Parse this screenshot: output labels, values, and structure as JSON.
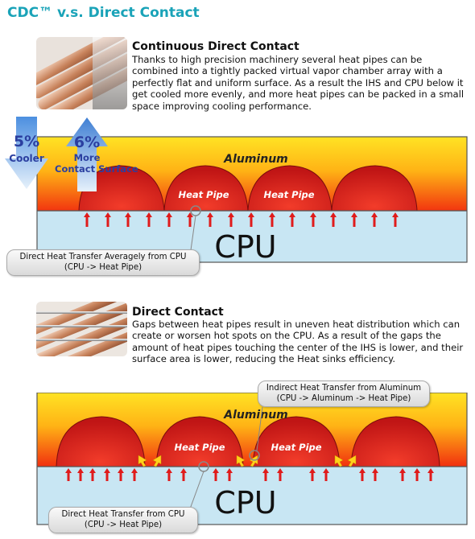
{
  "title": "CDC™ v.s. Direct Contact",
  "section1": {
    "heading": "Continuous Direct Contact",
    "body": "Thanks to high precision machinery several heat pipes can be combined into a tightly packed virtual vapor chamber array with a perfectly flat and uniform surface. As a result the IHS and CPU below it get cooled more evenly, and more heat pipes can be packed in a small space improving cooling performance.",
    "badge_cooler_value": "5%",
    "badge_cooler_label": "Cooler",
    "badge_surface_value": "6%",
    "badge_surface_label1": "More",
    "badge_surface_label2": "Contact Surface",
    "aluminum": "Aluminum",
    "heat_pipe_1": "Heat Pipe",
    "heat_pipe_2": "Heat Pipe",
    "cpu": "CPU",
    "callout_line1": "Direct Heat Transfer Averagely from CPU",
    "callout_line2": "(CPU -> Heat Pipe)"
  },
  "section2": {
    "heading": "Direct Contact",
    "body": "Gaps between heat pipes result in uneven heat distribution which can create or worsen hot spots on the CPU. As a result of the gaps the amount of heat pipes touching the center of the IHS is lower, and their surface area is lower, reducing the Heat sinks efficiency.",
    "aluminum": "Aluminum",
    "heat_pipe_1": "Heat Pipe",
    "heat_pipe_2": "Heat Pipe",
    "cpu": "CPU",
    "callout_top_line1": "Indirect Heat Transfer from Aluminum",
    "callout_top_line2": "(CPU -> Aluminum -> Heat Pipe)",
    "callout_bottom_line1": "Direct Heat Transfer from CPU",
    "callout_bottom_line2": "(CPU -> Heat Pipe)"
  },
  "colors": {
    "title": "#1aa3b8",
    "cpu": "#c8e6f3",
    "heat_pipe": "#d11f1f",
    "arrow": "#e01b1b",
    "gradient_top": "#ffd21a",
    "gradient_bottom": "#f12a10",
    "badge_blue": "#2b3fa0"
  }
}
